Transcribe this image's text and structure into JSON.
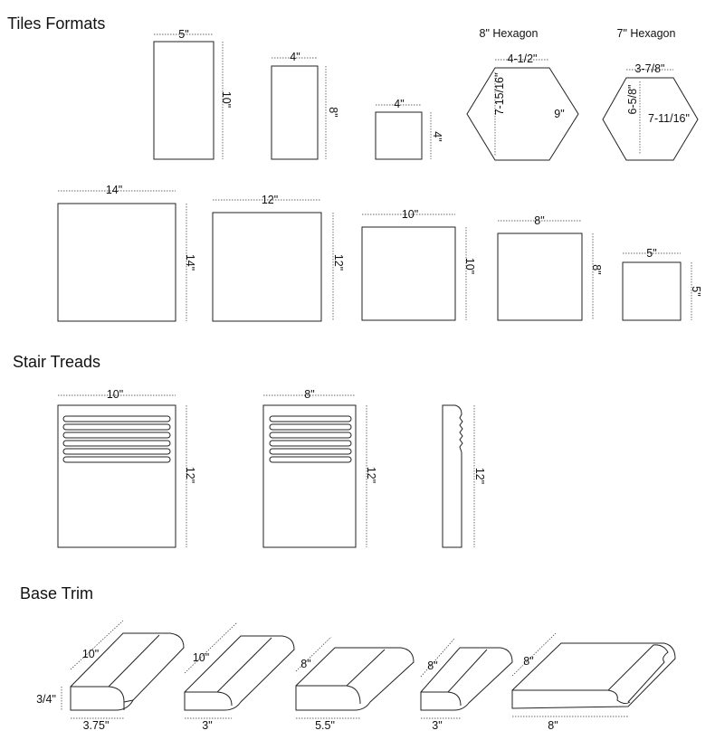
{
  "sections": {
    "tiles": "Tiles Formats",
    "stairs": "Stair Treads",
    "base": "Base Trim"
  },
  "tiles_row1": {
    "t5x10": {
      "w": "5\"",
      "h": "10\""
    },
    "t4x8": {
      "w": "4\"",
      "h": "8\""
    },
    "t4x4": {
      "w": "4\"",
      "h": "4\""
    },
    "hex8": {
      "title": "8\" Hexagon",
      "side": "4-1/2\"",
      "height": "7-15/16\"",
      "width": "9\""
    },
    "hex7": {
      "title": "7\" Hexagon",
      "side": "3-7/8\"",
      "height": "6-5/8\"",
      "width": "7-11/16\""
    }
  },
  "tiles_row2": {
    "t14": {
      "w": "14\"",
      "h": "14\""
    },
    "t12": {
      "w": "12\"",
      "h": "12\""
    },
    "t10": {
      "w": "10\"",
      "h": "10\""
    },
    "t8": {
      "w": "8\"",
      "h": "8\""
    },
    "t5": {
      "w": "5\"",
      "h": "5\""
    }
  },
  "stairs": {
    "s10": {
      "w": "10\"",
      "h": "12\""
    },
    "s8": {
      "w": "8\"",
      "h": "12\""
    },
    "side": {
      "h": "12\""
    }
  },
  "base": {
    "b1": {
      "len": "10\"",
      "thick": "3/4\"",
      "h": "3.75\""
    },
    "b2": {
      "len": "10\"",
      "h": "3\""
    },
    "b3": {
      "len": "8\"",
      "h": "5.5\""
    },
    "b4": {
      "len": "8\"",
      "h": "3\""
    },
    "b5": {
      "len": "8\"",
      "w": "8\""
    }
  }
}
